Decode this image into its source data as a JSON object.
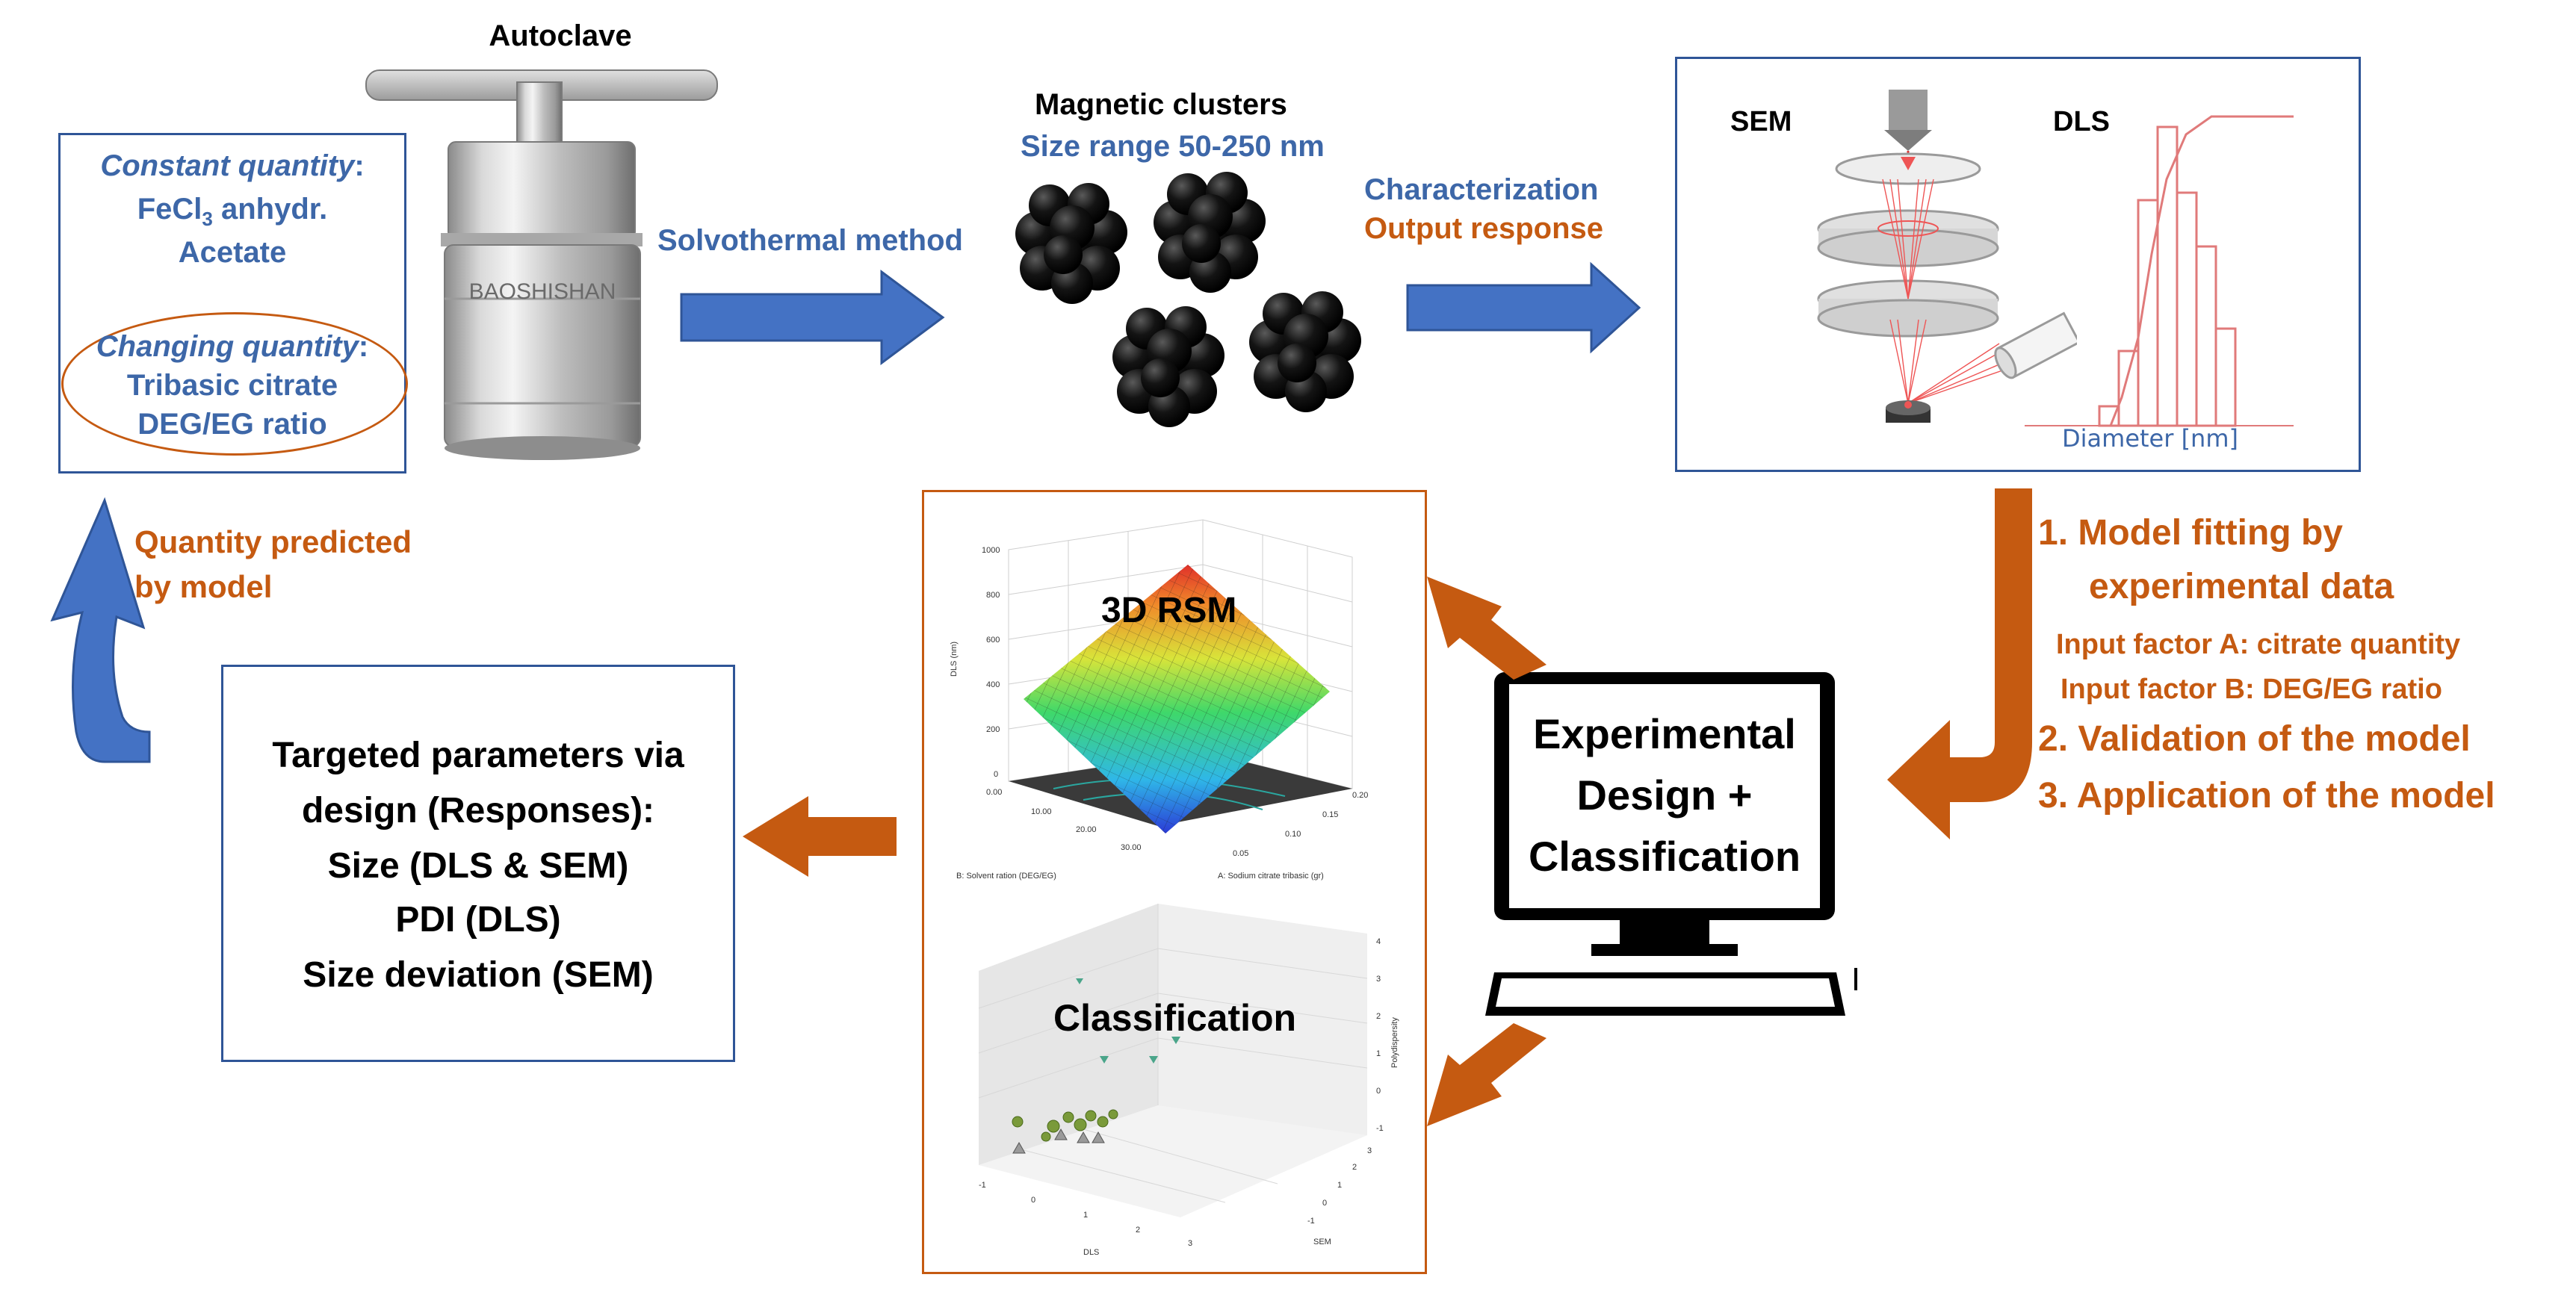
{
  "colors": {
    "blue_text": "#3d67a8",
    "orange_text": "#c55a11",
    "arrow_blue": "#4472c4",
    "arrow_orange": "#c55a11",
    "box_border_blue": "#2f5597",
    "box_border_orange": "#c55a11",
    "black": "#000000"
  },
  "input_box": {
    "constant_label": "Constant quantity",
    "colon": ":",
    "fecl3_prefix": "FeCl",
    "fecl3_sub": "3",
    "fecl3_suffix": " anhydr.",
    "acetate": "Acetate",
    "changing_label": "Changing quantity",
    "tribasic": "Tribasic citrate",
    "ratio": "DEG/EG ratio"
  },
  "autoclave": {
    "title": "Autoclave",
    "brand": "BAOSHISHAN"
  },
  "solvothermal_label": "Solvothermal method",
  "clusters": {
    "title": "Magnetic clusters",
    "size_range": "Size range 50-250 nm"
  },
  "characterization": {
    "line1": "Characterization",
    "line2": "Output response"
  },
  "instrument_box": {
    "sem": "SEM",
    "dls": "DLS",
    "diameter_axis": "Diameter [nm]"
  },
  "model_steps": {
    "step1_line1": "1. Model fitting by",
    "step1_line2": "experimental data",
    "factor_a": "Input factor A: citrate quantity",
    "factor_b": "Input factor B: DEG/EG ratio",
    "step2": "2. Validation of the model",
    "step3": "3. Application of the model"
  },
  "computer": {
    "line1": "Experimental",
    "line2": "Design +",
    "line3": "Classification"
  },
  "plots": {
    "rsm_title": "3D RSM",
    "classification_title": "Classification",
    "rsm_zlabel": "DLS (nm)",
    "rsm_xlabel": "B: Solvent ration (DEG/EG)",
    "rsm_ylabel": "A: Sodium citrate tribasic (gr)",
    "rsm_z_ticks": [
      "1000",
      "800",
      "600",
      "400",
      "200",
      "0"
    ],
    "rsm_b_ticks": [
      "0.00",
      "10.00",
      "20.00",
      "30.00"
    ],
    "rsm_a_ticks": [
      "0.20",
      "0.15",
      "0.10",
      "0.05"
    ],
    "cls_xlabel": "DLS",
    "cls_ylabel": "SEM",
    "cls_zlabel": "Polydispersity",
    "cls_x_ticks": [
      "-1",
      "0",
      "1",
      "2",
      "3"
    ],
    "cls_y_ticks": [
      "3",
      "2",
      "1",
      "0",
      "-1"
    ],
    "cls_z_ticks": [
      "4",
      "3",
      "2",
      "1",
      "0",
      "-1"
    ]
  },
  "quantity_predicted": {
    "line1": "Quantity predicted",
    "line2": "by model"
  },
  "targets_box": {
    "line1": "Targeted parameters via",
    "line2": "design (Responses):",
    "line3": "Size (DLS & SEM)",
    "line4": "PDI (DLS)",
    "line5": "Size deviation (SEM)"
  }
}
